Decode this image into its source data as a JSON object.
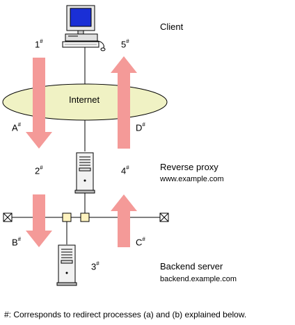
{
  "nodes": {
    "client": {
      "label": "Client"
    },
    "internet": {
      "label": "Internet"
    },
    "proxy": {
      "label": "Reverse proxy",
      "host": "www.example.com"
    },
    "backend": {
      "label": "Backend server",
      "host": "backend.example.com"
    }
  },
  "steps": {
    "s1": {
      "label": "1",
      "mark": "#"
    },
    "s2": {
      "label": "2",
      "mark": "#"
    },
    "s3": {
      "label": "3",
      "mark": "#"
    },
    "s4": {
      "label": "4",
      "mark": "#"
    },
    "s5": {
      "label": "5",
      "mark": "#"
    },
    "sA": {
      "label": "A",
      "mark": "#"
    },
    "sB": {
      "label": "B",
      "mark": "#"
    },
    "sC": {
      "label": "C",
      "mark": "#"
    },
    "sD": {
      "label": "D",
      "mark": "#"
    }
  },
  "footnote": "#: Corresponds to redirect processes (a) and (b) explained below.",
  "colors": {
    "arrow": "#f49a98",
    "cloud_fill": "#f0f2c4",
    "junction": "#fff3bf",
    "screen": "#1a2fd6",
    "line": "#000000"
  },
  "icons": [
    "client-computer-icon",
    "proxy-server-icon",
    "backend-server-icon",
    "network-terminator-icon"
  ]
}
